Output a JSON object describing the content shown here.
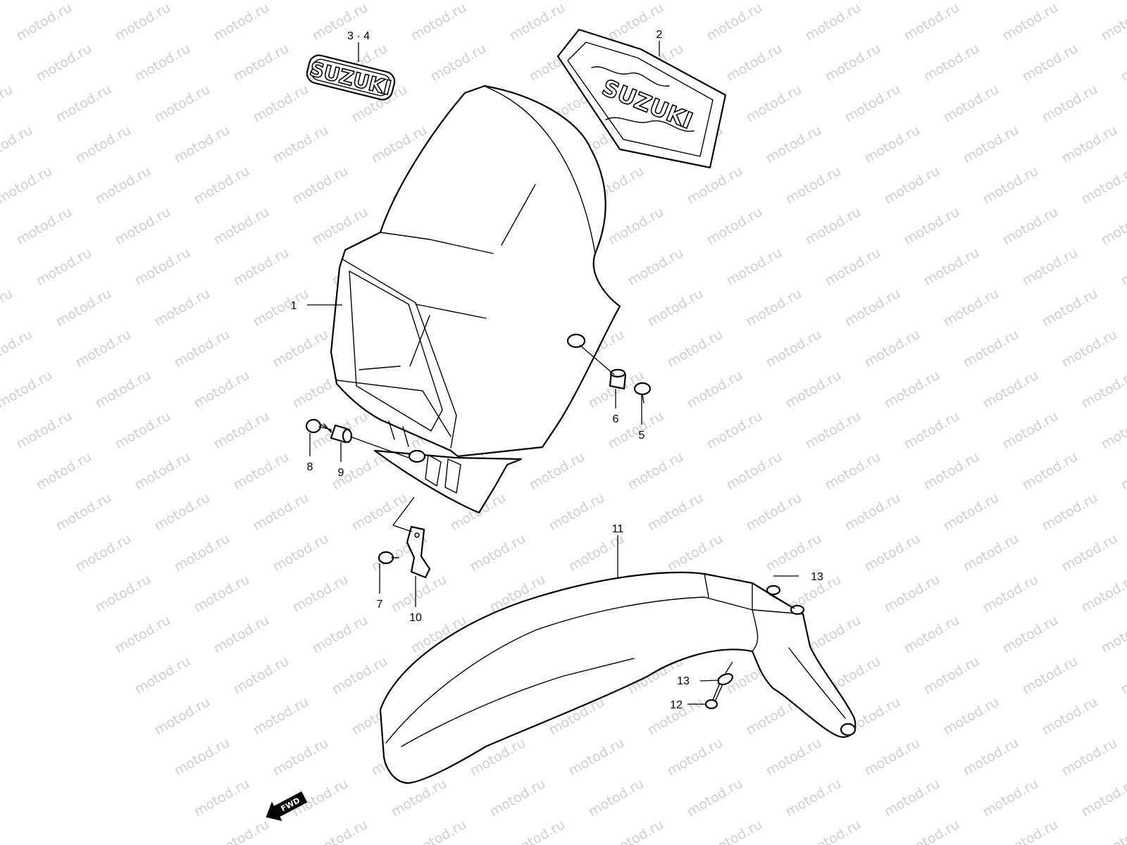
{
  "watermark": {
    "text": "motod.ru",
    "color": "#cfcfcf"
  },
  "decals": {
    "left_text": "SUZUKI",
    "right_text": "SUZUKI"
  },
  "direction": {
    "arrow_text": "FWD"
  },
  "callouts": {
    "c1": "1",
    "c2": "2",
    "c34": "3 · 4",
    "c5": "5",
    "c6": "6",
    "c7": "7",
    "c8": "8",
    "c9": "9",
    "c10": "10",
    "c11": "11",
    "c12": "12",
    "c13a": "13",
    "c13b": "13"
  }
}
